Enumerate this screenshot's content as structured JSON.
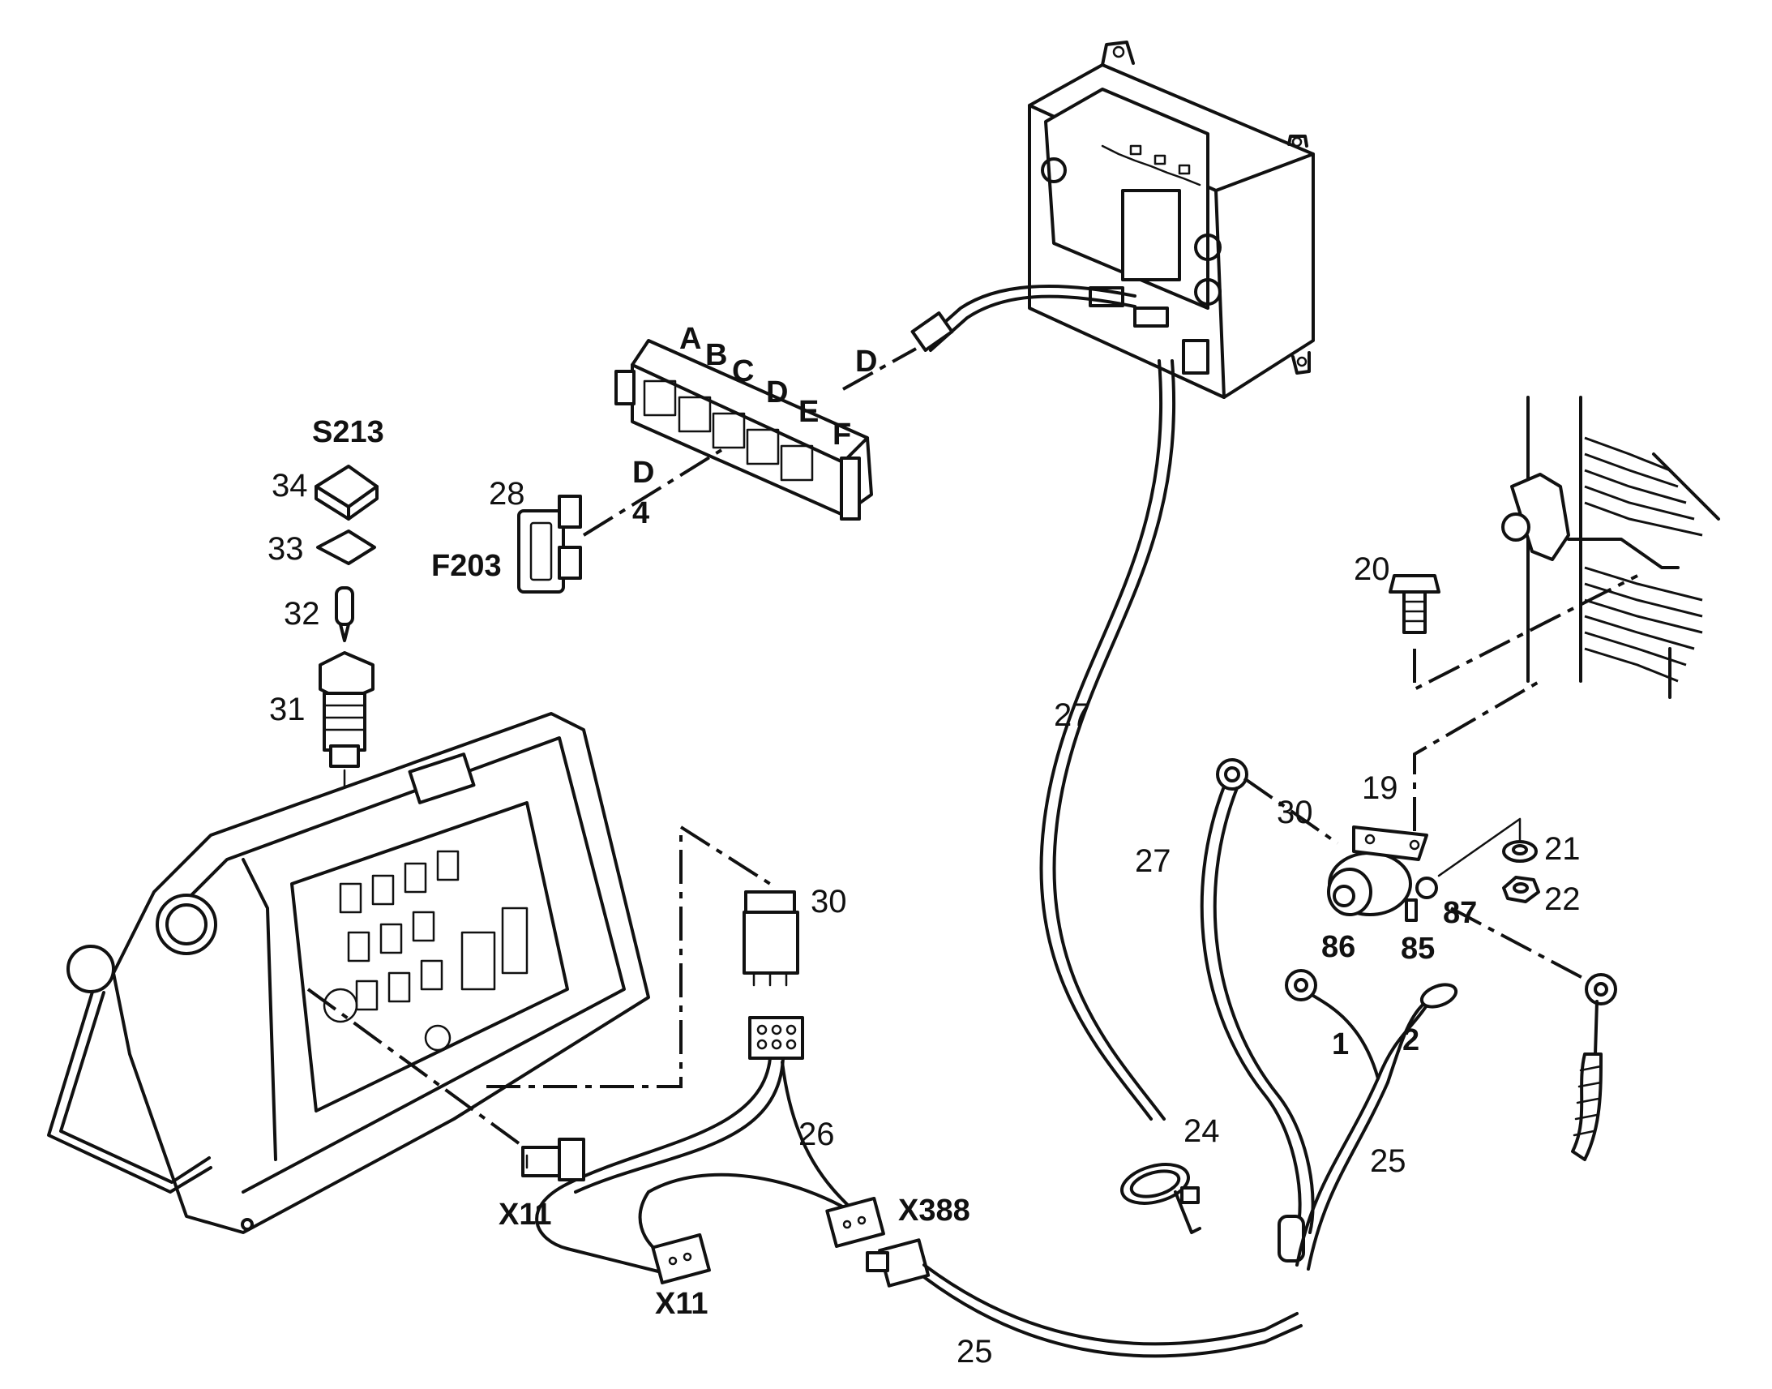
{
  "part_numbers": {
    "p19": "19",
    "p20": "20",
    "p21": "21",
    "p22": "22",
    "p24": "24",
    "p25a": "25",
    "p25b": "25",
    "p26": "26",
    "p27a": "27",
    "p27b": "27",
    "p28": "28",
    "p30a": "30",
    "p30b": "30",
    "p31": "31",
    "p32": "32",
    "p33": "33",
    "p34": "34"
  },
  "designators": {
    "s213": "S213",
    "f203": "F203",
    "x11a": "X11",
    "x11b": "X11",
    "x388": "X388"
  },
  "fuse_box": {
    "slots": [
      "A",
      "B",
      "C",
      "D",
      "E",
      "F"
    ],
    "connector_label": "D",
    "fuse_slot": "D",
    "fuse_position": "4"
  },
  "relay_terminals": {
    "t86": "86",
    "t85": "85",
    "t87": "87",
    "wire1": "1",
    "wire2": "2"
  }
}
